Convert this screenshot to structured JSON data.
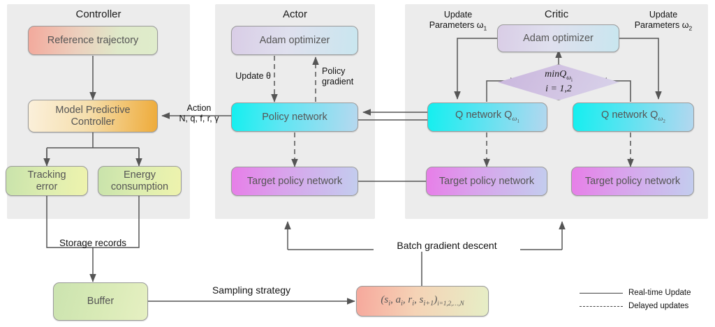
{
  "panels": [
    {
      "id": "controller",
      "title": "Controller"
    },
    {
      "id": "actor",
      "title": "Actor"
    },
    {
      "id": "critic",
      "title": "Critic"
    }
  ],
  "controller": {
    "reference_trajectory": "Reference trajectory",
    "mpc_line1": "Model Predictive",
    "mpc_line2": "Controller",
    "tracking_line1": "Tracking",
    "tracking_line2": "error",
    "energy_line1": "Energy",
    "energy_line2": "consumption"
  },
  "actor": {
    "adam": "Adam optimizer",
    "policy_network": "Policy network",
    "target_policy_network": "Target policy network",
    "update_theta": "Update θ",
    "policy_gradient_line1": "Policy",
    "policy_gradient_line2": "gradient"
  },
  "critic": {
    "adam": "Adam optimizer",
    "q1": "Q network Q",
    "q1_sub": "ω1",
    "q2": "Q network Q",
    "q2_sub": "ω2",
    "target1": "Target policy network",
    "target2": "Target policy network",
    "min_line1": "minQ",
    "min_sub": "ωi",
    "min_line2": "i = 1,2",
    "update_left_line1": "Update",
    "update_left_line2": "Parameters ω1",
    "update_right_line1": "Update",
    "update_right_line2": "Parameters ω2"
  },
  "edges": {
    "action_line1": "Action",
    "action_line2": "N, q, f, r, γ",
    "storage_records": "Storage records",
    "sampling_strategy": "Sampling strategy",
    "batch_gradient_descent": "Batch gradient descent"
  },
  "bottom": {
    "buffer": "Buffer",
    "tuple": "(si, ai, ri, si+1)i=1,2,…,N"
  },
  "legend": {
    "realtime": "Real-time Update",
    "delayed": "Delayed updates"
  },
  "colors": {
    "panel_bg": "#ececec",
    "stroke": "#555555",
    "text": "#555555",
    "label_text": "#111111"
  }
}
